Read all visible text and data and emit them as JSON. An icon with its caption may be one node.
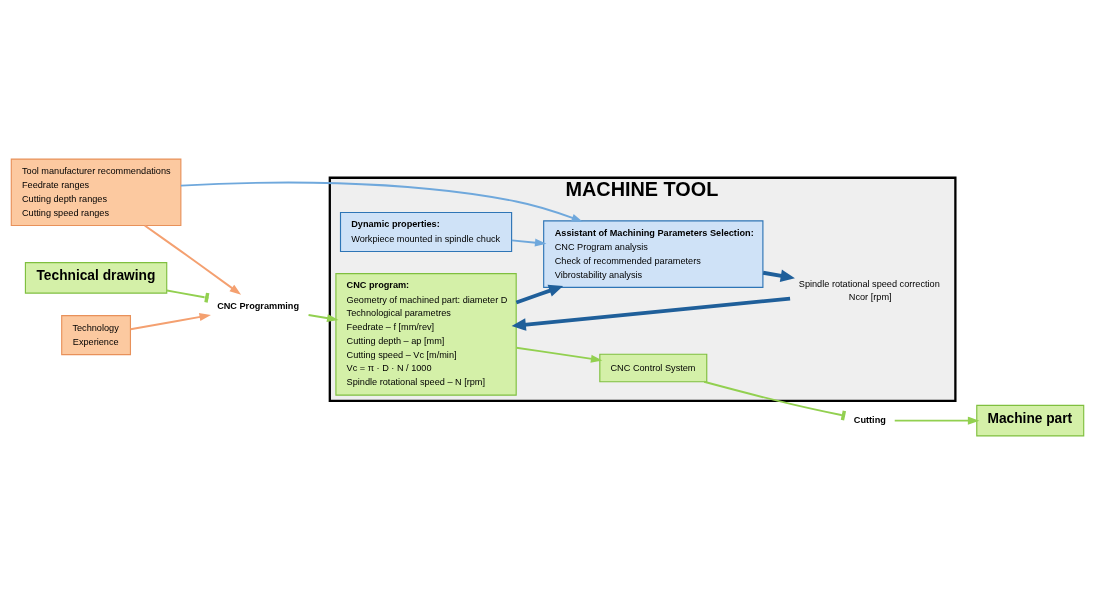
{
  "diagram": {
    "nodes": [
      {
        "text": [
          "MACHINE TOOL"
        ]
      },
      {
        "text": [
          "Technical drawing"
        ]
      },
      {
        "text": [
          "Technology",
          "Experience"
        ]
      },
      {
        "text": [
          "CNC Programming"
        ]
      },
      {
        "text": [
          "Tool manufacturer recommendations",
          "Feedrate ranges",
          "Cutting depth ranges",
          "Cutting speed ranges"
        ]
      },
      {
        "text": [
          "CNC program:",
          "Geometry of machined part: diameter D",
          "Technological parametres",
          "Feedrate – f [mm/rev]",
          "Cutting depth – ap [mm]",
          "Cutting speed – Vc [m/min]",
          "Vc = π · D · N / 1000",
          "Spindle rotational speed – N [rpm]"
        ],
        "in": 0
      },
      {
        "text": [
          "CNC Control System"
        ],
        "in": 0
      },
      {
        "text": [
          "Cutting"
        ]
      },
      {
        "text": [
          "Machine part"
        ]
      },
      {
        "text": [
          "Assistant of Machining Parameters Selection:",
          "CNC Program analysis",
          "Check of recommended parameters",
          "Vibrostability analysis"
        ],
        "in": 0
      },
      {
        "text": [
          "Spindle rotational speed correction",
          "Ncor [rpm]"
        ],
        "in": 0
      },
      {
        "text": [
          "Dynamic properties:",
          "Workpiece mounted in spindle chuck"
        ],
        "in": 0
      }
    ],
    "edges": [
      {
        "from": 1,
        "to": 3,
        "arrow": "other"
      },
      {
        "from": 2,
        "to": 3,
        "arrow": "to",
        "color": "#f4a070"
      },
      {
        "from": 4,
        "to": 3,
        "arrow": "to",
        "color": "#f4a070"
      },
      {
        "from": 3,
        "to": 5,
        "arrow": "to"
      },
      {
        "from": 5,
        "to": 6,
        "arrow": "to"
      },
      {
        "from": 6,
        "to": 7,
        "arrow": "other"
      },
      {
        "from": 7,
        "to": 8,
        "arrow": "to"
      },
      {
        "from": 5,
        "to": 9,
        "arrow": "to",
        "style": "thick",
        "color": "#1f5f9a"
      },
      {
        "from": 4,
        "to": 9,
        "arrow": "to",
        "color": "#6fa8dc"
      },
      {
        "from": 9,
        "to": 10,
        "arrow": "to",
        "style": "thick",
        "color": "#1f5f9a"
      },
      {
        "from": 10,
        "to": 5,
        "arrow": "to",
        "style": "thick",
        "color": "#1f5f9a"
      },
      {
        "from": 11,
        "to": 9,
        "arrow": "to",
        "color": "#6fa8dc"
      }
    ]
  }
}
